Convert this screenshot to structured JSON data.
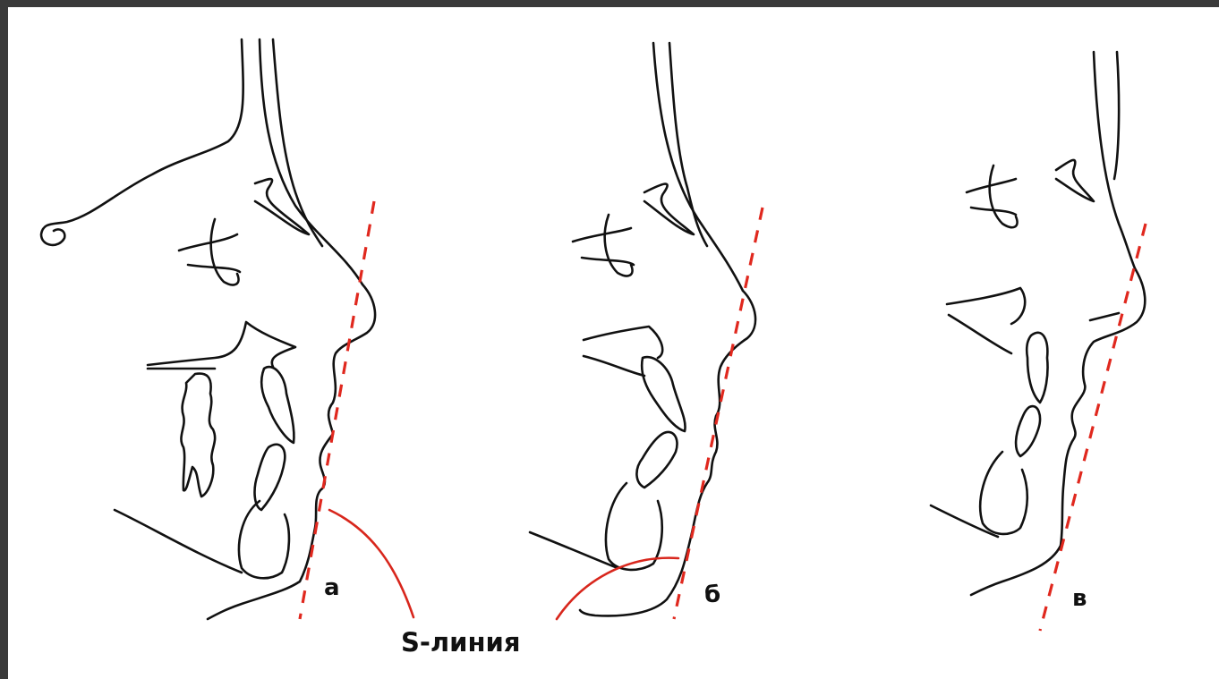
{
  "figures": [
    {
      "letter": "а"
    },
    {
      "letter": "б"
    },
    {
      "letter": "в"
    }
  ],
  "caption": "S-линия",
  "colors": {
    "background_frame": "#3a3a3a",
    "paper": "#ffffff",
    "outline": "#111111",
    "s_line": "#e0281e"
  }
}
